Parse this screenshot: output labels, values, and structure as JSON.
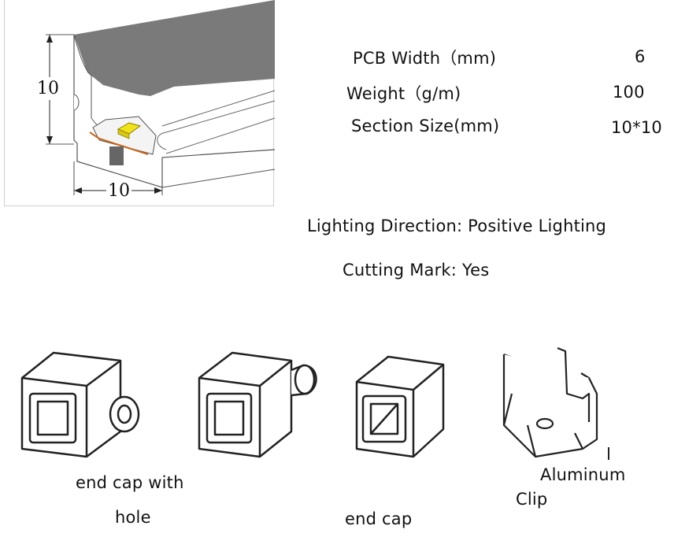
{
  "specs": [
    {
      "label": "PCB Width（mm)",
      "value": "6"
    },
    {
      "label": "Weight（g/m)",
      "value": "100"
    },
    {
      "label": "Section Size(mm)",
      "value": "10*10"
    }
  ],
  "lighting_direction": "Lighting Direction: Positive Lighting",
  "cutting_mark": "Cutting Mark: Yes",
  "dimensions": {
    "height": "10",
    "width": "10"
  },
  "accessories": {
    "end_cap_with_hole_line1": "end cap with",
    "end_cap_with_hole_line2": "hole",
    "end_cap": "end cap",
    "aluminum_line1": "Aluminum",
    "aluminum_line2": "Clip"
  },
  "colors": {
    "profile_top": "#7a7a7a",
    "pcb": "#c8651a",
    "led": "#f2e21b"
  }
}
